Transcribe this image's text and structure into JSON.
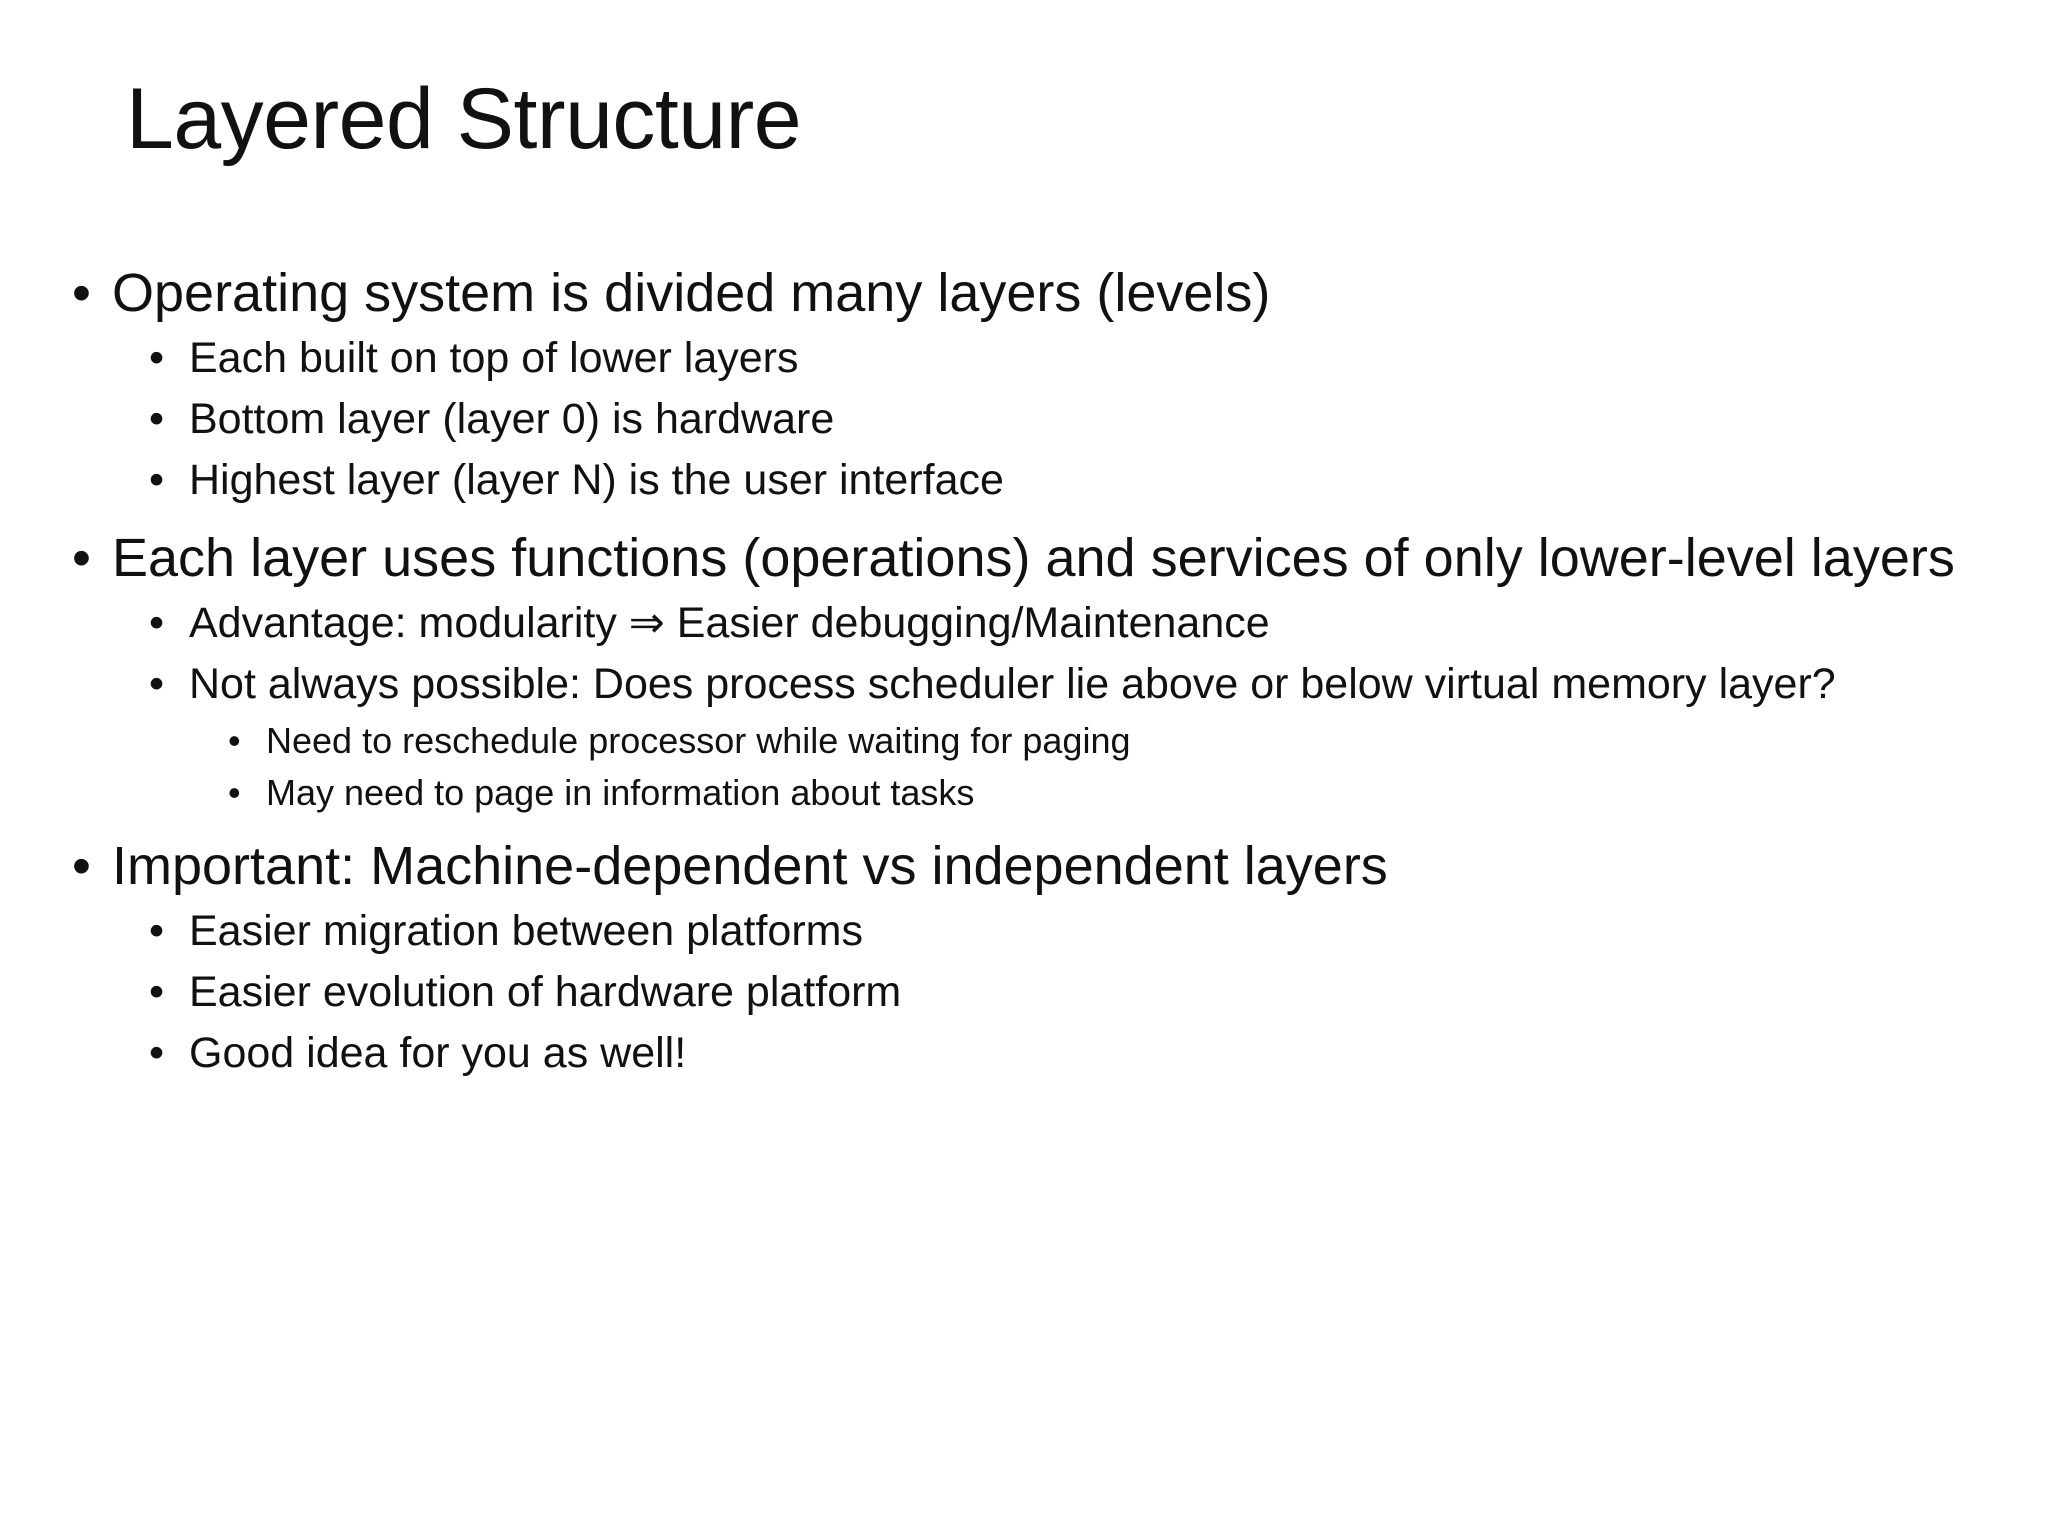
{
  "slide": {
    "title": "Layered Structure",
    "bullet_glyph": "•",
    "bullets": [
      {
        "text": "Operating system is divided many layers (levels)",
        "sub": [
          {
            "text": "Each built on top of lower layers"
          },
          {
            "text": "Bottom layer (layer 0) is hardware"
          },
          {
            "text": "Highest layer (layer N) is the user interface"
          }
        ]
      },
      {
        "text": "Each layer uses functions (operations) and services of only lower-level layers",
        "sub": [
          {
            "text": "Advantage: modularity ⇒ Easier debugging/Maintenance"
          },
          {
            "text": "Not always possible: Does process scheduler lie above or below virtual memory layer?",
            "sub": [
              {
                "text": "Need to reschedule processor while waiting for paging"
              },
              {
                "text": "May need to page in information about tasks"
              }
            ]
          }
        ]
      },
      {
        "text": "Important: Machine-dependent vs independent layers",
        "sub": [
          {
            "text": "Easier migration between platforms"
          },
          {
            "text": "Easier evolution of hardware platform"
          },
          {
            "text": "Good idea for you as well!"
          }
        ]
      }
    ]
  }
}
